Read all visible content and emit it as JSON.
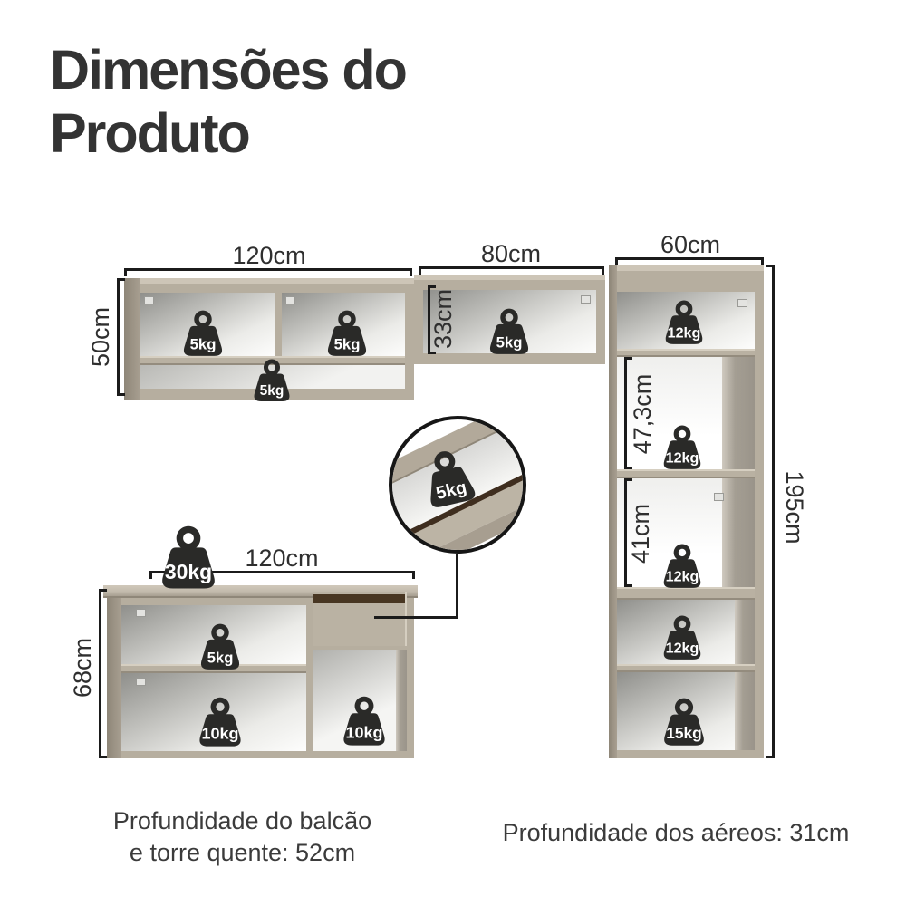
{
  "title": {
    "line1": "Dimensões do",
    "line2": "Produto"
  },
  "cabinets": {
    "upper_left": {
      "width_label": "120cm",
      "height_label": "50cm",
      "weights": [
        "5kg",
        "5kg",
        "5kg"
      ]
    },
    "upper_middle": {
      "width_label": "80cm",
      "height_label": "33cm",
      "weights": [
        "5kg"
      ]
    },
    "tower": {
      "width_label": "60cm",
      "height_label": "195cm",
      "shelf_labels": [
        "47,3cm",
        "41cm"
      ],
      "weights": [
        "12kg",
        "12kg",
        "12kg",
        "12kg",
        "15kg"
      ]
    },
    "base": {
      "width_label": "120cm",
      "height_label": "68cm",
      "top_weight": "30kg",
      "weights": [
        "5kg",
        "10kg",
        "10kg"
      ]
    },
    "drawer_detail": {
      "weight": "5kg"
    }
  },
  "footnotes": {
    "left_line1": "Profundidade do balcão",
    "left_line2": "e torre quente: 52cm",
    "right": "Profundidade dos aéreos: 31cm"
  },
  "colors": {
    "cabinet_frame": "#b6ae9f",
    "cabinet_top": "#cdc5b7",
    "cabinet_side": "#978f81",
    "weight_icon": "#2a2a28",
    "drawer_strip": "#483622",
    "dimension_line": "#1b1b1b",
    "title_text": "#333333",
    "label_text": "#2f2f2f"
  }
}
